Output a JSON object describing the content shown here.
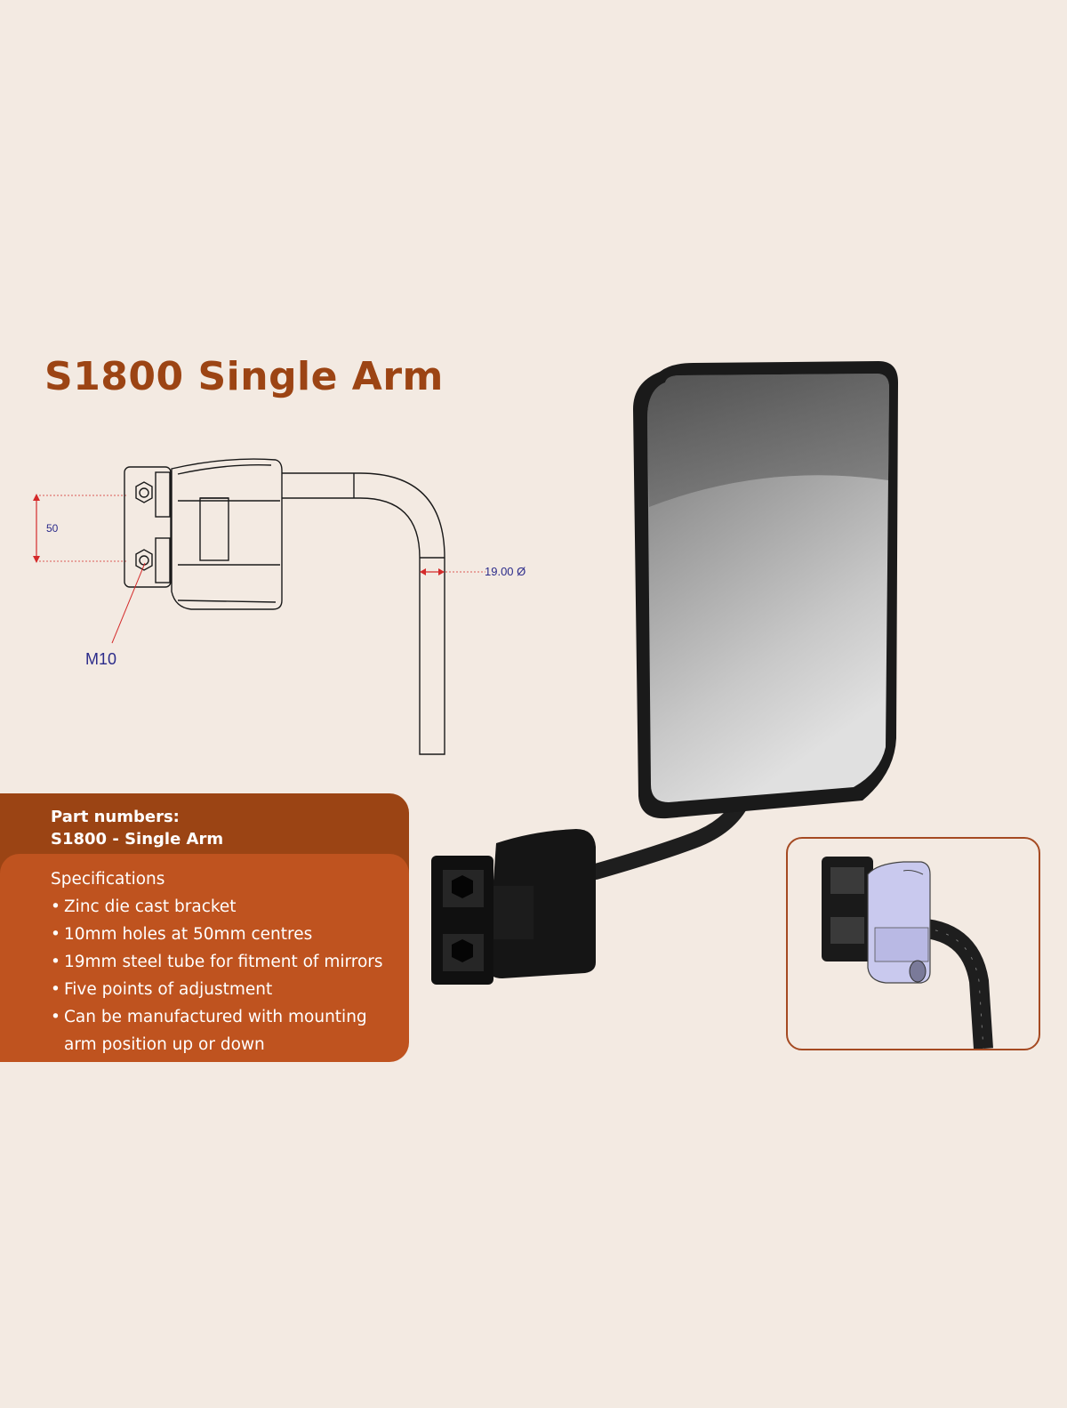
{
  "title": "S1800 Single Arm",
  "drawing": {
    "dimension_spacing": "50",
    "dimension_tube": "19.00 Ø",
    "thread_label": "M10"
  },
  "part_numbers": {
    "heading": "Part numbers:",
    "item": "S1800 - Single Arm"
  },
  "specifications": {
    "heading": "Specifications",
    "items": [
      "Zinc die cast bracket",
      "10mm holes at 50mm centres",
      "19mm steel tube for fitment of mirrors",
      "Five points of adjustment",
      "Can be manufactured with mounting arm position up or down"
    ]
  },
  "colors": {
    "background": "#f3eae2",
    "title": "#9c4414",
    "panel_dark": "#9b4414",
    "panel_light": "#bf531f",
    "dimension_red": "#d42a2a",
    "dimension_text": "#2b2b8a"
  },
  "images": {
    "mirror": "rear-view-mirror-photo",
    "inset": "bracket-cad-render"
  }
}
